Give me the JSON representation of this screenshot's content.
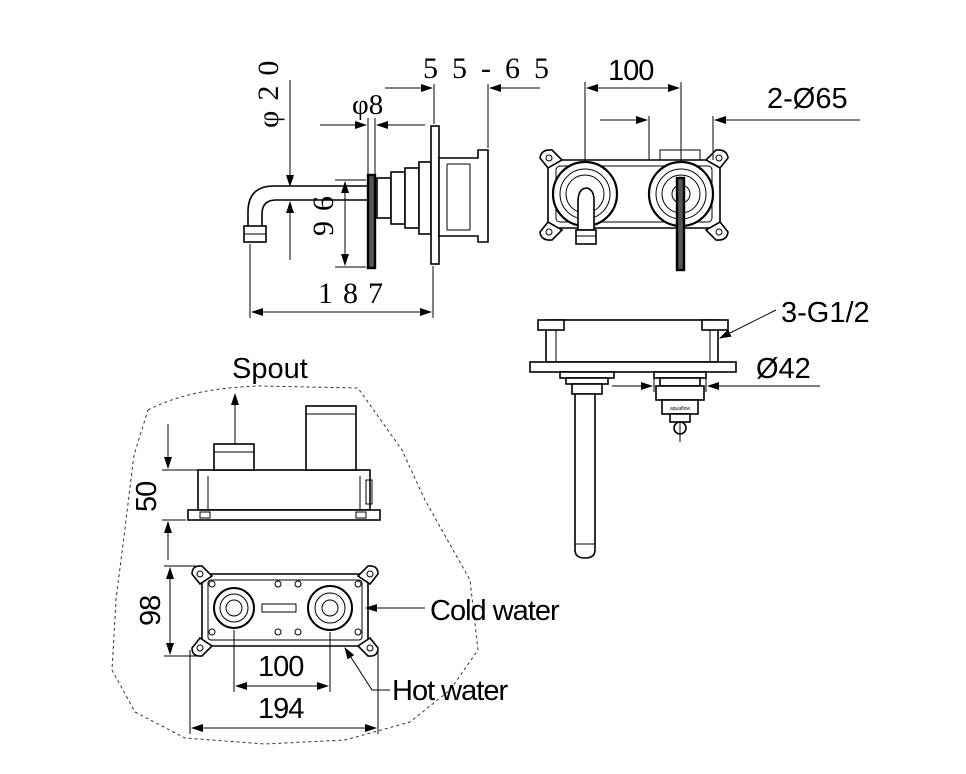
{
  "dimensions": {
    "spout_diameter": "φ20",
    "handle_diameter": "φ8",
    "wall_depth_range": "55-65",
    "height_offset": "96",
    "spout_reach": "187",
    "center_distance_top": "100",
    "plate_holes": "2-Ø65",
    "thread_connections": "3-G1/2",
    "outlet_diameter": "Ø42",
    "box_depth": "50",
    "box_height": "98",
    "center_distance_bottom": "100",
    "box_width": "194"
  },
  "labels": {
    "spout": "Spout",
    "cold_water": "Cold water",
    "hot_water": "Hot water"
  },
  "small_marking": "aquaflow"
}
